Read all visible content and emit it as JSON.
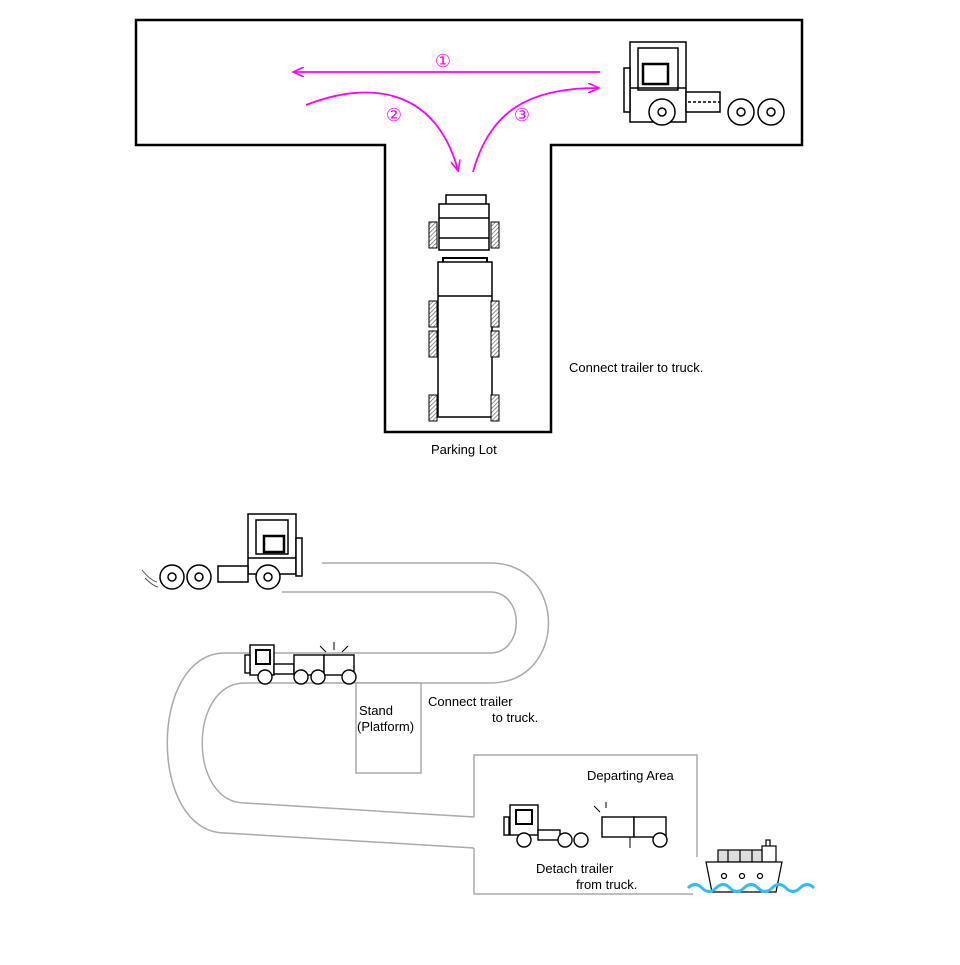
{
  "top": {
    "routes": [
      {
        "label": "①",
        "color": "#ff00ff"
      },
      {
        "label": "②",
        "color": "#ff00ff"
      },
      {
        "label": "③",
        "color": "#ff00ff"
      }
    ],
    "connect_text": "Connect trailer to truck.",
    "parking_lot": "Parking Lot"
  },
  "bottom": {
    "stand_line1": "Stand",
    "stand_line2": "(Platform)",
    "connect_line1": "Connect trailer",
    "connect_line2": "to truck.",
    "departing_area": "Departing Area",
    "detach_line1": "Detach trailer",
    "detach_line2": "from truck."
  },
  "colors": {
    "route": "#ff00ff",
    "road": "#aaaaaa",
    "water": "#33bbff",
    "wheel_hatch": "#999999"
  }
}
